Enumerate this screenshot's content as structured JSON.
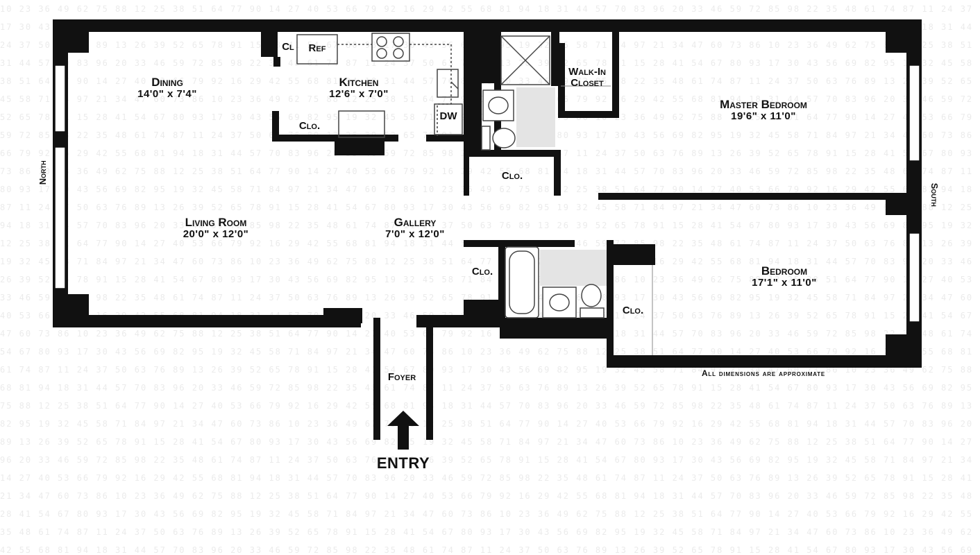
{
  "rooms": [
    {
      "id": "dining",
      "name": "Dining",
      "dims": "14'0\" x 7'4\""
    },
    {
      "id": "kitchen",
      "name": "Kitchen",
      "dims": "12'6\" x 7'0\""
    },
    {
      "id": "living-room",
      "name": "Living Room",
      "dims": "20'0\" x 12'0\""
    },
    {
      "id": "gallery",
      "name": "Gallery",
      "dims": "7'0\" x 12'0\""
    },
    {
      "id": "master-bedroom",
      "name": "Master Bedroom",
      "dims": "19'6\" x 11'0\""
    },
    {
      "id": "bedroom",
      "name": "Bedroom",
      "dims": "17'1\" x 11'0\""
    }
  ],
  "fixtures": {
    "cl": "Cl",
    "ref": "Ref",
    "dw": "DW",
    "kitchen_closet": "Clo.",
    "hall_closet": "Clo.",
    "gallery_closet": "Clo.",
    "bedroom_closet": "Clo.",
    "walk_in_closet_line1": "Walk-In",
    "walk_in_closet_line2": "Closet",
    "foyer": "Foyer"
  },
  "orientation": {
    "north": "North",
    "south": "South"
  },
  "entry_label": "ENTRY",
  "note": "All dimensions are approximate",
  "colors": {
    "wall": "#111111",
    "window": "#ffffff",
    "fixture_line": "#444444",
    "tile": "#dddddd"
  }
}
